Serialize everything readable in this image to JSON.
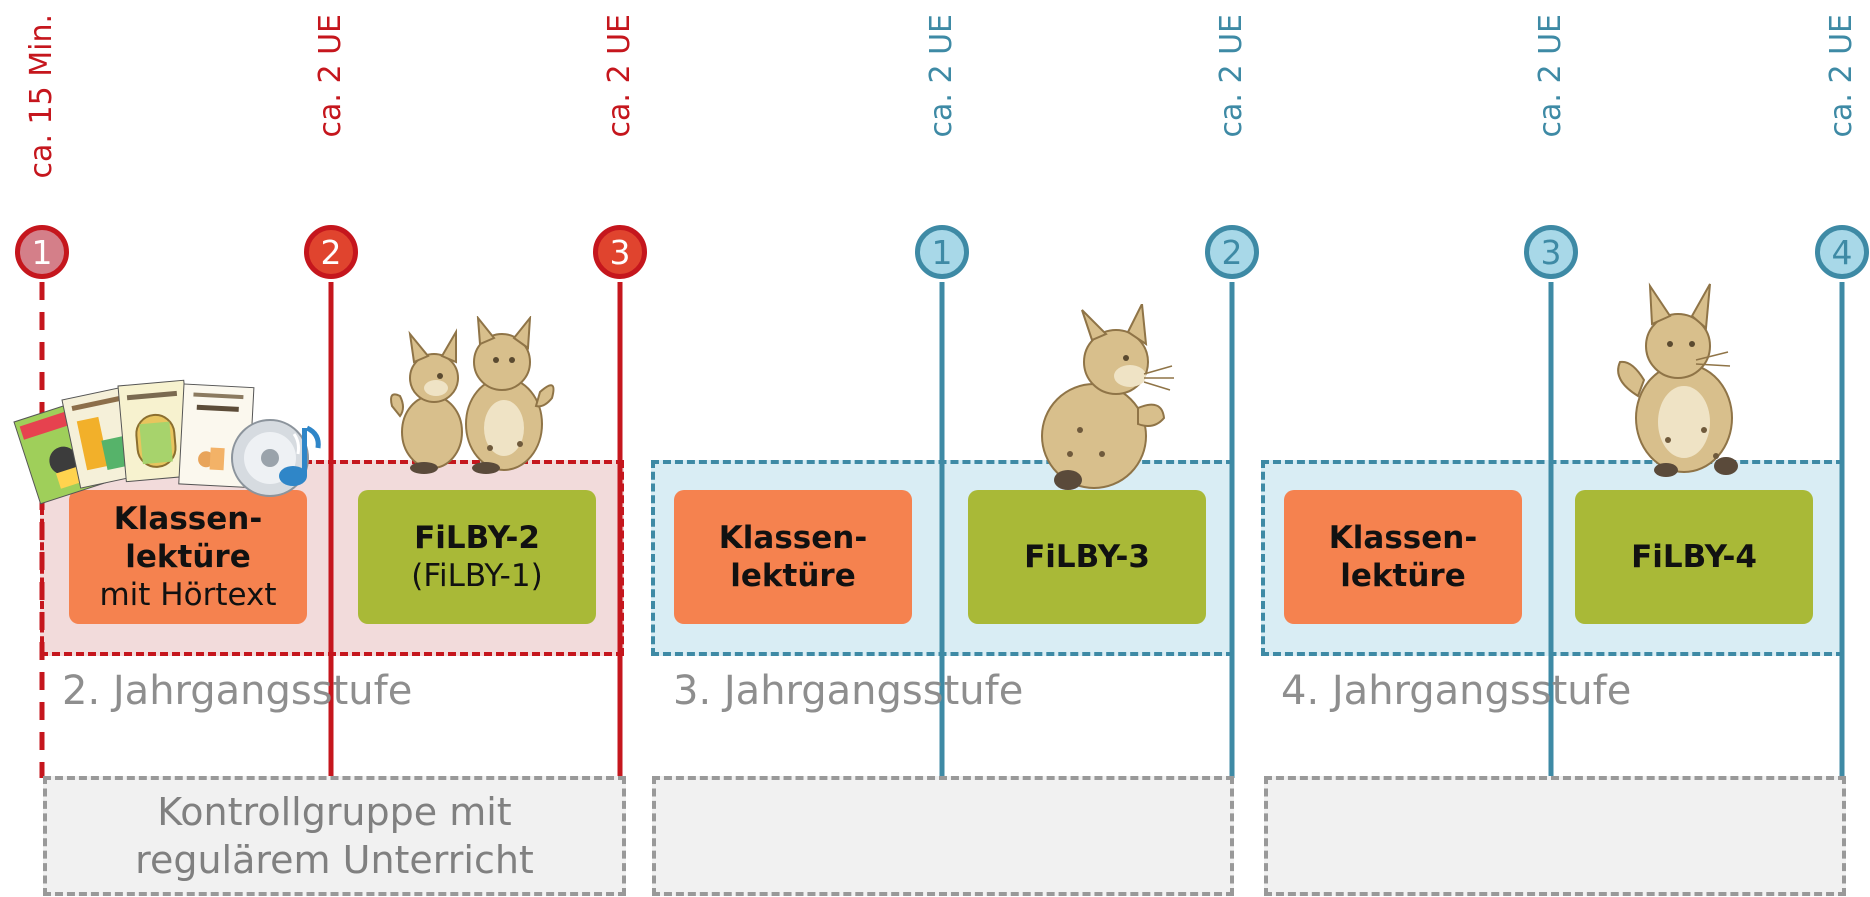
{
  "colors": {
    "red_line": "#c5161d",
    "red_marker_fill": "#e0442e",
    "red_marker_first_fill": "#d47f89",
    "red_phase_fill": "#f2dbdb",
    "teal_line": "#3e8aa5",
    "teal_marker_fill": "#a8d8e8",
    "teal_phase_fill": "#d9edf4",
    "orange_module": "#f5824f",
    "green_module": "#a9b937",
    "grade_text": "#8e8e8e",
    "control_border": "#999999",
    "control_fill": "#f1f1f1"
  },
  "timeline": {
    "time_labels": [
      "ca. 15 Min.",
      "ca. 2 UE",
      "ca. 2 UE",
      "ca. 2 UE",
      "ca. 2 UE",
      "ca. 2 UE",
      "ca. 2 UE"
    ],
    "markers": [
      "1",
      "2",
      "3",
      "1",
      "2",
      "3",
      "4"
    ]
  },
  "grade2": {
    "module_a": {
      "line1": "Klassen-",
      "line2": "lektüre",
      "line3": "mit Hörtext"
    },
    "module_b": {
      "line1": "FiLBY-2",
      "line2": "(FiLBY-1)"
    },
    "grade_label": "2. Jahrgangsstufe",
    "control": {
      "line1": "Kontrollgruppe mit",
      "line2": "regulärem Unterricht"
    }
  },
  "grade3": {
    "module_a": {
      "line1": "Klassen-",
      "line2": "lektüre"
    },
    "module_b": {
      "line1": "FiLBY-3"
    },
    "grade_label": "3. Jahrgangsstufe"
  },
  "grade4": {
    "module_a": {
      "line1": "Klassen-",
      "line2": "lektüre"
    },
    "module_b": {
      "line1": "FiLBY-4"
    },
    "grade_label": "4. Jahrgangsstufe"
  },
  "icons": {
    "books": "books-with-cd-icon",
    "lynx_pair": "lynx-cubs-icon",
    "lynx_sitting": "lynx-sitting-icon",
    "lynx_waving": "lynx-waving-icon"
  }
}
